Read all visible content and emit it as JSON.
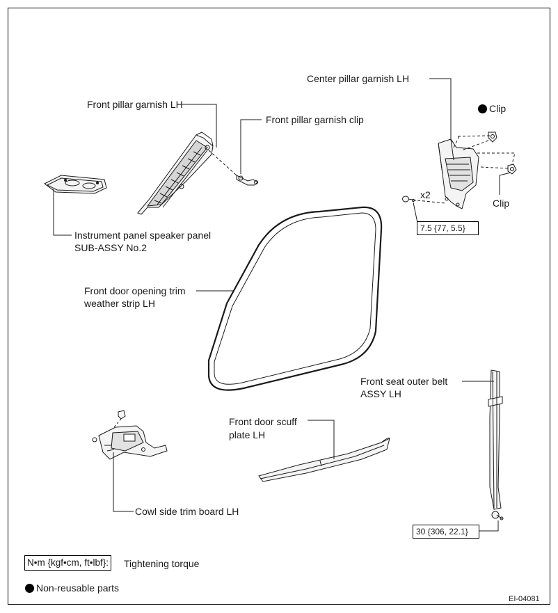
{
  "labels": {
    "center_pillar_garnish": "Center pillar garnish LH",
    "clip_nonreusable": "Clip",
    "clip": "Clip",
    "front_pillar_garnish": "Front pillar garnish LH",
    "front_pillar_garnish_clip": "Front pillar garnish clip",
    "quantity_x2": "x2",
    "speaker_panel_line1": "Instrument panel speaker panel",
    "speaker_panel_line2": "SUB-ASSY No.2",
    "weather_strip_line1": "Front door opening trim",
    "weather_strip_line2": "weather strip LH",
    "seat_belt_line1": "Front seat outer belt",
    "seat_belt_line2": "ASSY LH",
    "scuff_plate_line1": "Front door scuff",
    "scuff_plate_line2": "plate LH",
    "cowl_side_trim": "Cowl side trim board LH"
  },
  "torque": {
    "center_pillar": "7.5 {77, 5.5}",
    "seat_belt": "30 {306, 22.1}"
  },
  "legend": {
    "torque_unit_box": "N•m {kgf•cm, ft•lbf}:",
    "torque_text": "Tightening torque",
    "nonreusable_text": "Non-reusable parts"
  },
  "figure_id": "EI-04081",
  "colors": {
    "line": "#1a1a1a",
    "part_fill": "#f4f4f4",
    "part_shade": "#bdbdbd"
  }
}
